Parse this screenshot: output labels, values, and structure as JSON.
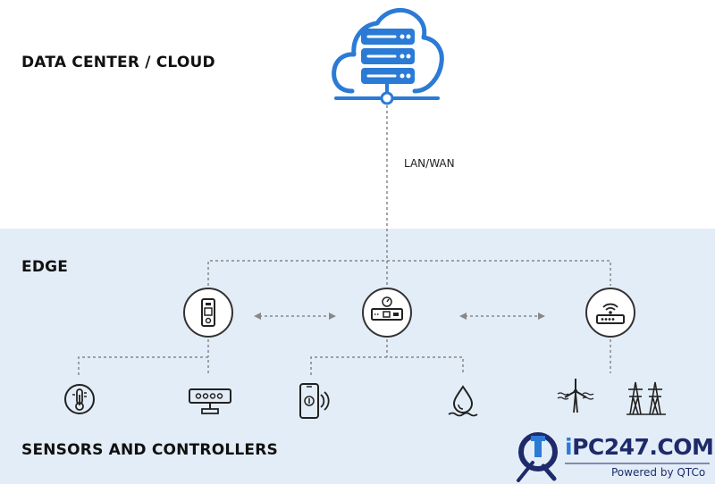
{
  "tiers": {
    "cloud": "DATA CENTER / CLOUD",
    "edge": "EDGE",
    "sensors": "SENSORS AND CONTROLLERS"
  },
  "connection": {
    "label": "LAN/WAN"
  },
  "edge_devices": [
    {
      "icon": "industrial-pc-icon"
    },
    {
      "icon": "edge-gateway-icon"
    },
    {
      "icon": "router-icon"
    }
  ],
  "sensors": [
    {
      "icon": "temperature-sensor-icon"
    },
    {
      "icon": "controller-module-icon"
    },
    {
      "icon": "smartphone-nfc-icon"
    },
    {
      "icon": "water-drop-icon"
    },
    {
      "icon": "wind-turbine-icon"
    },
    {
      "icon": "power-tower-icon"
    }
  ],
  "logo": {
    "brand": "iPC247.COM",
    "brand_i": "i",
    "brand_rest": "PC247.COM",
    "tagline": "Powered by QTCo"
  },
  "colors": {
    "cloud_blue": "#2b7bd6",
    "edge_band": "#e3edf7",
    "line": "#888888",
    "brand_navy": "#1f2a6b"
  }
}
